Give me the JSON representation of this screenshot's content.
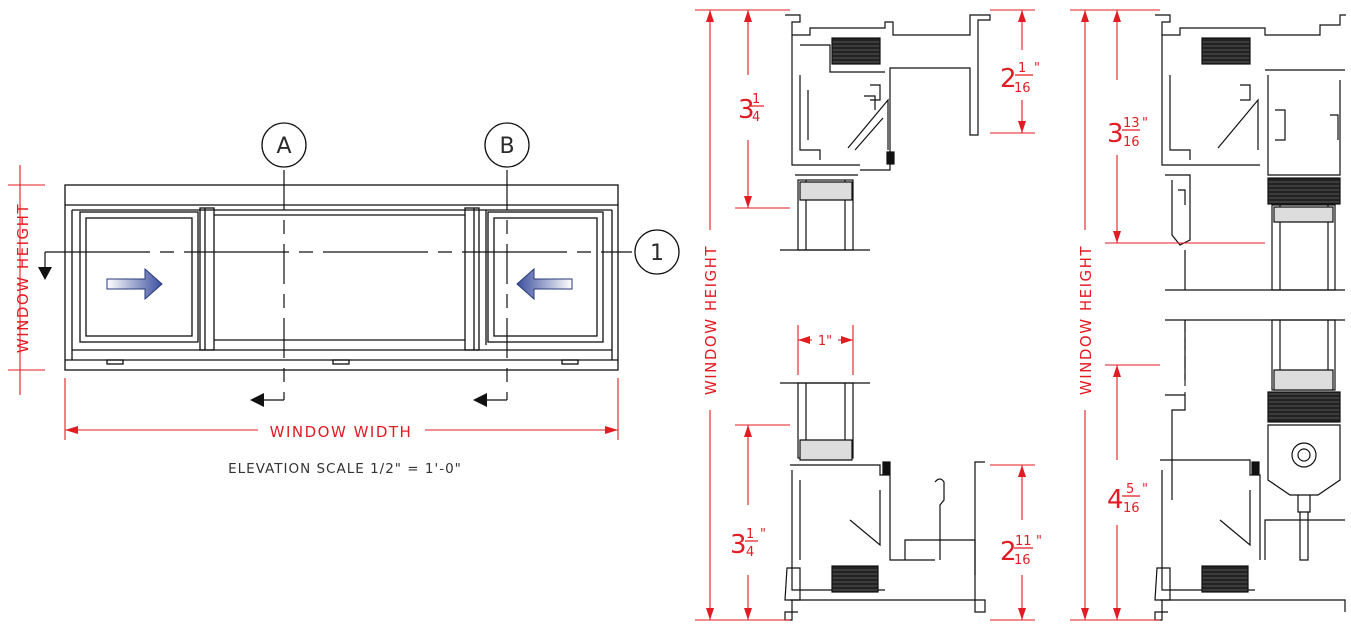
{
  "colors": {
    "dimension": "#e31b23",
    "linework": "#111111",
    "arrow_fill": "#4f66b0"
  },
  "elevation": {
    "label_window_height": "WINDOW HEIGHT",
    "label_window_width": "WINDOW WIDTH",
    "scale_note": "ELEVATION SCALE 1/2\" = 1'-0\"",
    "section_markers": [
      "A",
      "B",
      "1"
    ]
  },
  "section_a": {
    "label_window_height": "WINDOW HEIGHT",
    "dims": {
      "top_left_whole": "3",
      "top_left_num": "1",
      "top_left_den": "4",
      "top_right_whole": "2",
      "top_right_num": "1",
      "top_right_den": "16",
      "bottom_left_whole": "3",
      "bottom_left_num": "1",
      "bottom_left_den": "4",
      "bottom_right_whole": "2",
      "bottom_right_num": "11",
      "bottom_right_den": "16",
      "glass_width": "1\""
    }
  },
  "section_b": {
    "label_window_height": "WINDOW HEIGHT",
    "dims": {
      "top_whole": "3",
      "top_num": "13",
      "top_den": "16",
      "bottom_whole": "4",
      "bottom_num": "5",
      "bottom_den": "16"
    }
  },
  "inch_mark": "\""
}
